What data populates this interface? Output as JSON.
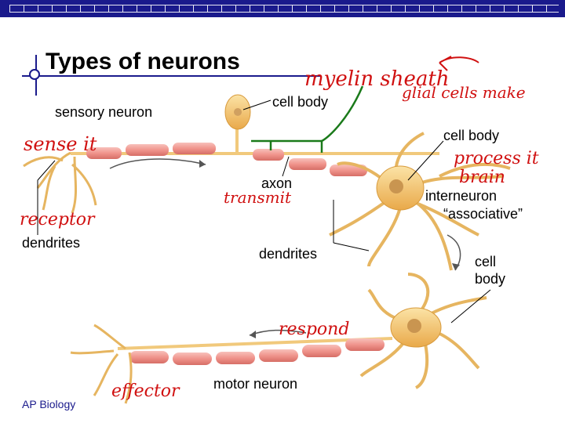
{
  "title": "Types of neurons",
  "labels": {
    "sensory_neuron": "sensory neuron",
    "cell_body_top": "cell body",
    "cell_body_right": "cell body",
    "axon": "axon",
    "interneuron": "interneuron",
    "associative": "“associative”",
    "dendrites_left": "dendrites",
    "dendrites_mid": "dendrites",
    "cell_body_bottom": "cell\nbody",
    "motor_neuron": "motor neuron"
  },
  "handwritten": {
    "myelin_sheath": "myelin sheath",
    "glial_cells": "glial cells make",
    "sense_it": "sense it",
    "receptor": "receptor",
    "transmit": "transmit",
    "process_it": "process it",
    "brain": "brain",
    "respond": "respond",
    "effector": "effector"
  },
  "footer": "AP Biology",
  "colors": {
    "header_bar": "#1a1a8c",
    "neuron_fill": "#f4c66a",
    "myelin_fill": "#f3a09a",
    "annotation_red": "#d01010",
    "annotation_green": "#1a7a1a"
  }
}
